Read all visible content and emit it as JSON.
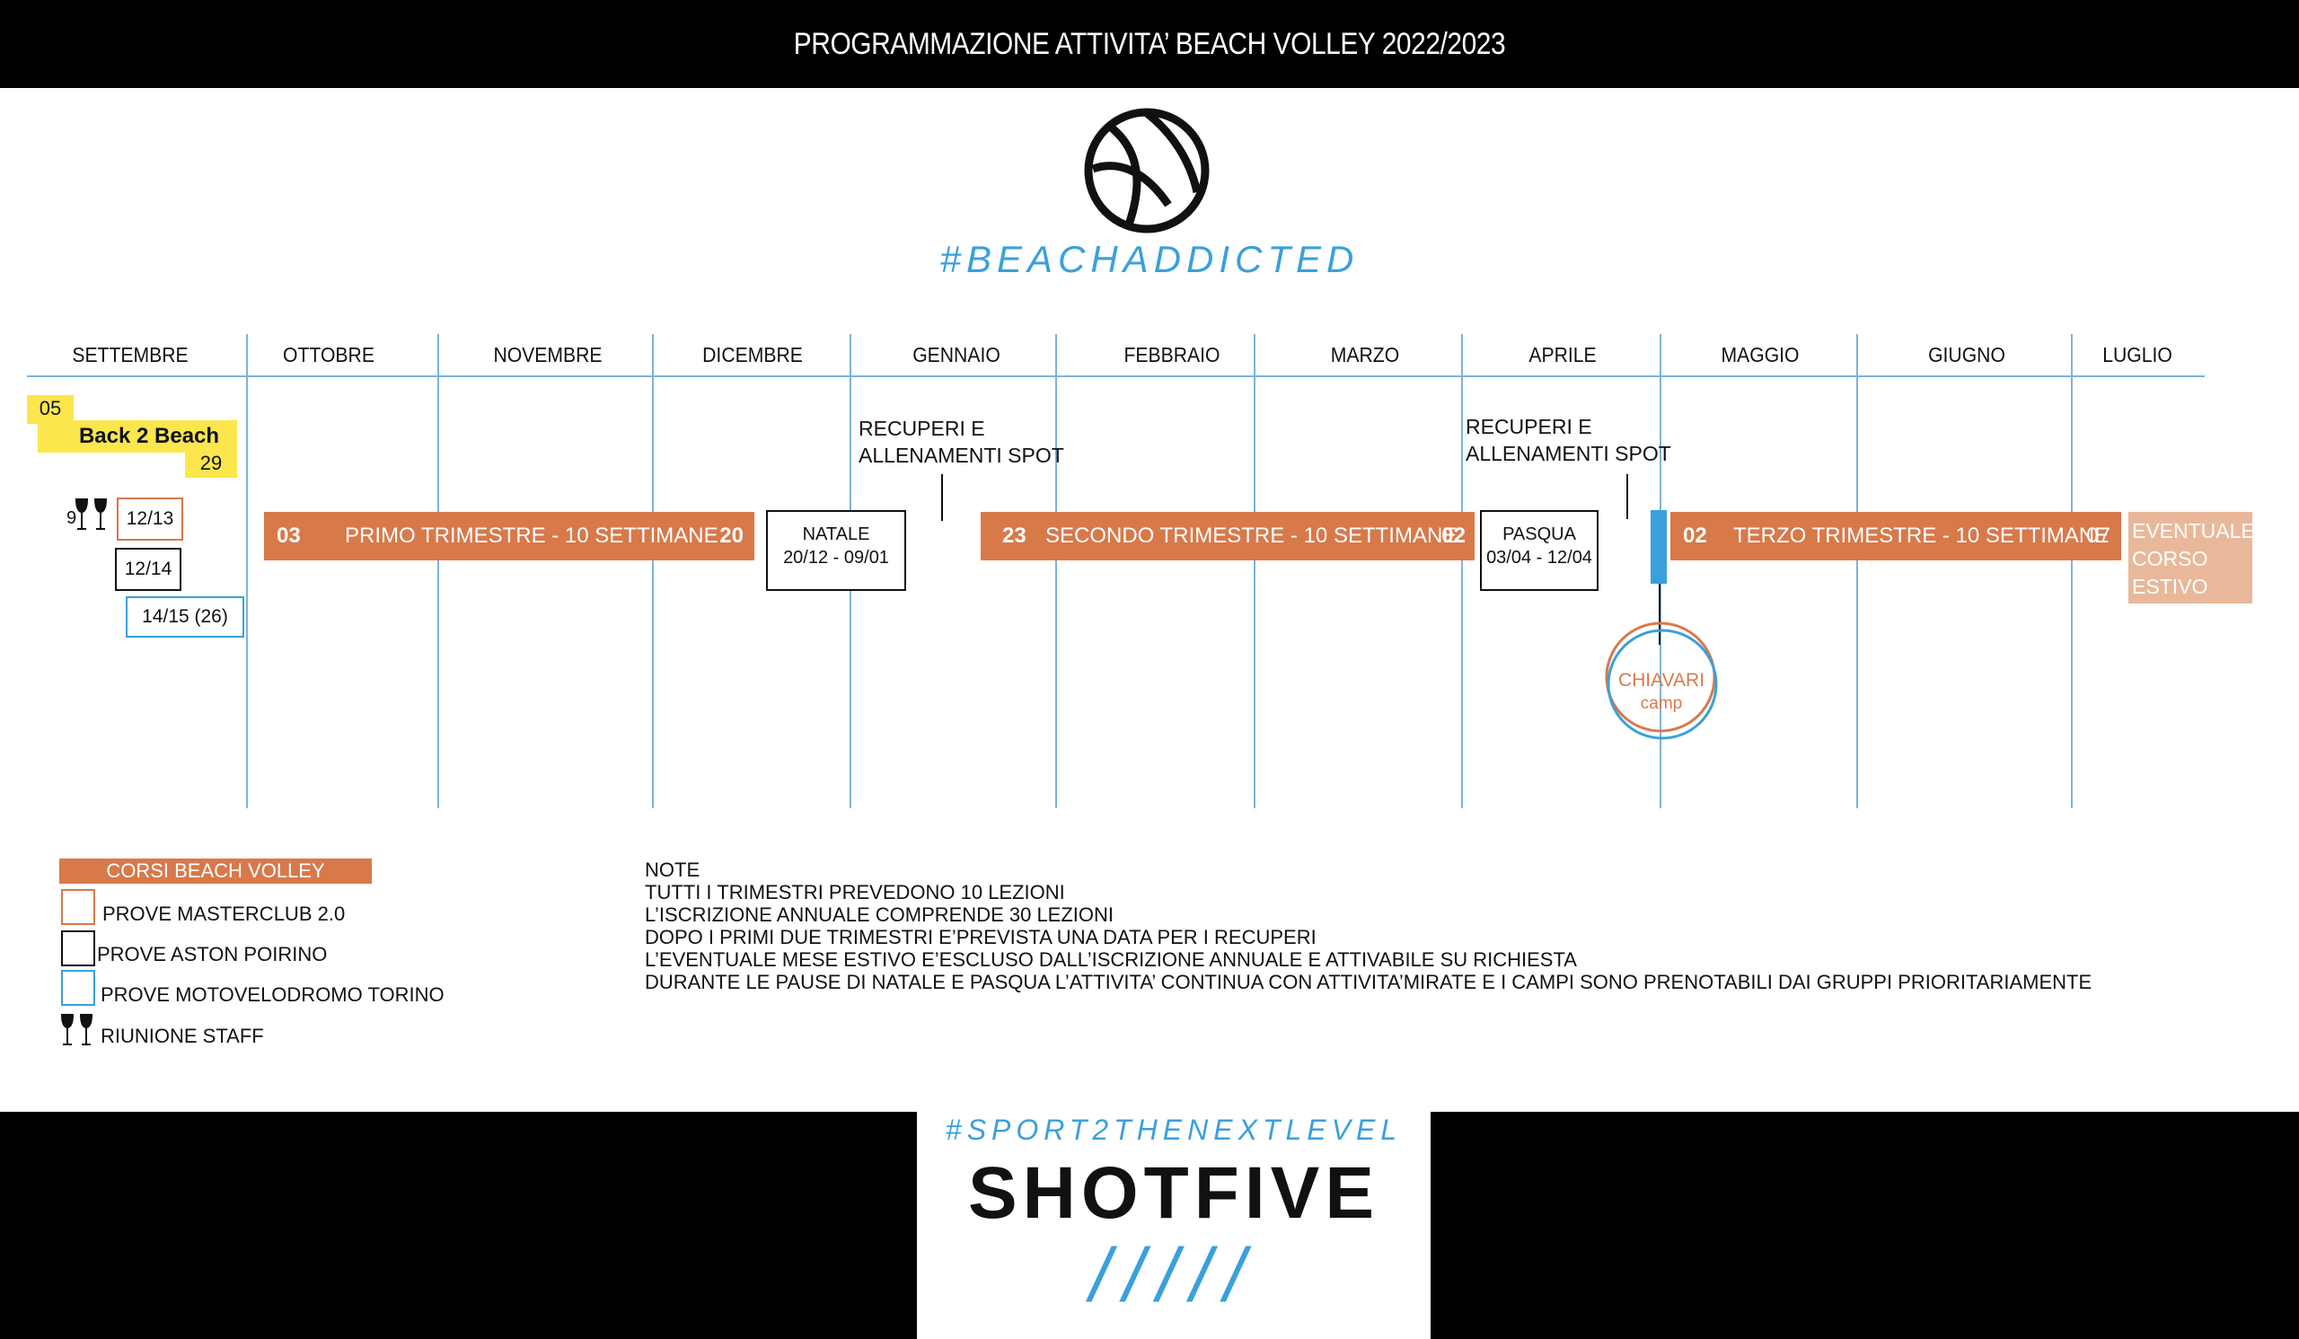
{
  "header": {
    "title": "PROGRAMMAZIONE ATTIVITA’ BEACH VOLLEY 2022/2023"
  },
  "brand": {
    "hashtag_top": "#BEACHADDICTED",
    "hashtag_bottom": "#SPORT2THENEXTLEVEL",
    "logo_text": "SHOTFIVE",
    "slashes": "/////"
  },
  "months": [
    "SETTEMBRE",
    "OTTOBRE",
    "NOVEMBRE",
    "DICEMBRE",
    "GENNAIO",
    "FEBBRAIO",
    "MARZO",
    "APRILE",
    "MAGGIO",
    "GIUGNO",
    "LUGLIO"
  ],
  "back2beach": {
    "start": "05",
    "label": "Back 2 Beach",
    "end": "29"
  },
  "trials": {
    "staff_day": "9",
    "masterclub": "12/13",
    "aston": "12/14",
    "motovelodromo": "14/15 (26)"
  },
  "trimesters": [
    {
      "start": "03",
      "label": "PRIMO TRIMESTRE - 10 SETTIMANE",
      "end": "20"
    },
    {
      "start": "23",
      "label": "SECONDO TRIMESTRE - 10 SETTIMANE",
      "end": "02"
    },
    {
      "start": "02",
      "label": "TERZO TRIMESTRE - 10 SETTIMANE",
      "end": "07"
    }
  ],
  "holidays": {
    "natale": {
      "title": "NATALE",
      "dates": "20/12 - 09/01"
    },
    "pasqua": {
      "title": "PASQUA",
      "dates": "03/04 - 12/04"
    }
  },
  "recuperi": [
    "RECUPERI E",
    "ALLENAMENTI SPOT"
  ],
  "summer": [
    "EVENTUALE",
    "CORSO",
    "ESTIVO"
  ],
  "camp": {
    "title": "CHIAVARI",
    "sub": "camp"
  },
  "legend": {
    "corsi": "CORSI BEACH VOLLEY",
    "masterclub": "PROVE MASTERCLUB 2.0",
    "aston": "PROVE ASTON POIRINO",
    "motovelodromo": "PROVE MOTOVELODROMO TORINO",
    "staff": "RIUNIONE STAFF"
  },
  "notes": {
    "title": "NOTE",
    "lines": [
      "TUTTI I TRIMESTRI PREVEDONO 10 LEZIONI",
      "L’ISCRIZIONE ANNUALE COMPRENDE 30 LEZIONI",
      "DOPO I PRIMI DUE TRIMESTRI E’PREVISTA UNA DATA PER I RECUPERI",
      "L’EVENTUALE MESE ESTIVO E’ESCLUSO DALL’ISCRIZIONE ANNUALE E ATTIVABILE SU RICHIESTA",
      "DURANTE LE PAUSE DI NATALE E PASQUA L’ATTIVITA’ CONTINUA CON ATTIVITA’MIRATE E I CAMPI SONO PRENOTABILI DAI GRUPPI PRIORITARIAMENTE"
    ]
  },
  "colors": {
    "orange": "#d8794a",
    "blue": "#3aa0dc",
    "line_blue": "#7db3dd",
    "highlight": "#fbe64d",
    "peach": "#e9b89a"
  }
}
